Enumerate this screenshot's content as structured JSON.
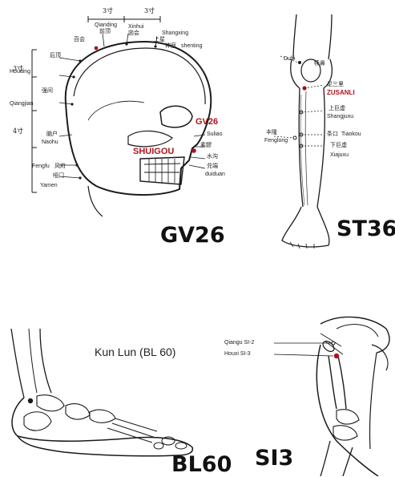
{
  "head": {
    "top_labels": [
      "3寸",
      "3寸"
    ],
    "pts_top": [
      "Qianding",
      "前顶",
      "Xinhui",
      "囟会",
      "Shangxing",
      "上星",
      "百会",
      "神庭",
      "shenting"
    ],
    "pts_left": [
      "后顶",
      "Houding",
      "3寸",
      "强间",
      "Qiangjian",
      "4寸",
      "脑户",
      "Naohu",
      "Fengfu",
      "风府",
      "哑门",
      "Yamen"
    ],
    "pts_face": [
      "Suliao",
      "素髎",
      "水沟",
      "兑端",
      "duiduan"
    ],
    "gv_label": "GV26",
    "shuigou_label": "SHUIGOU",
    "caption": "GV26"
  },
  "leg": {
    "labels_left": [
      "Dubi",
      "丰隆",
      "Fenglong"
    ],
    "labels_right": [
      "犊鼻",
      "足三里",
      "ZUSANLI",
      "上巨虚",
      "Shangjuxu",
      "条口",
      "Tiaokou",
      "下巨虚",
      "Xiajuxu"
    ],
    "caption": "ST36"
  },
  "foot": {
    "title": "Kun Lun (BL 60)",
    "caption": "BL60"
  },
  "hand": {
    "label_1": "Qiangu SI-2",
    "label_2": "Houxi SI-3",
    "caption": "SI3"
  },
  "colors": {
    "accent_red": "#b0121b",
    "line": "#1a1a1a"
  }
}
